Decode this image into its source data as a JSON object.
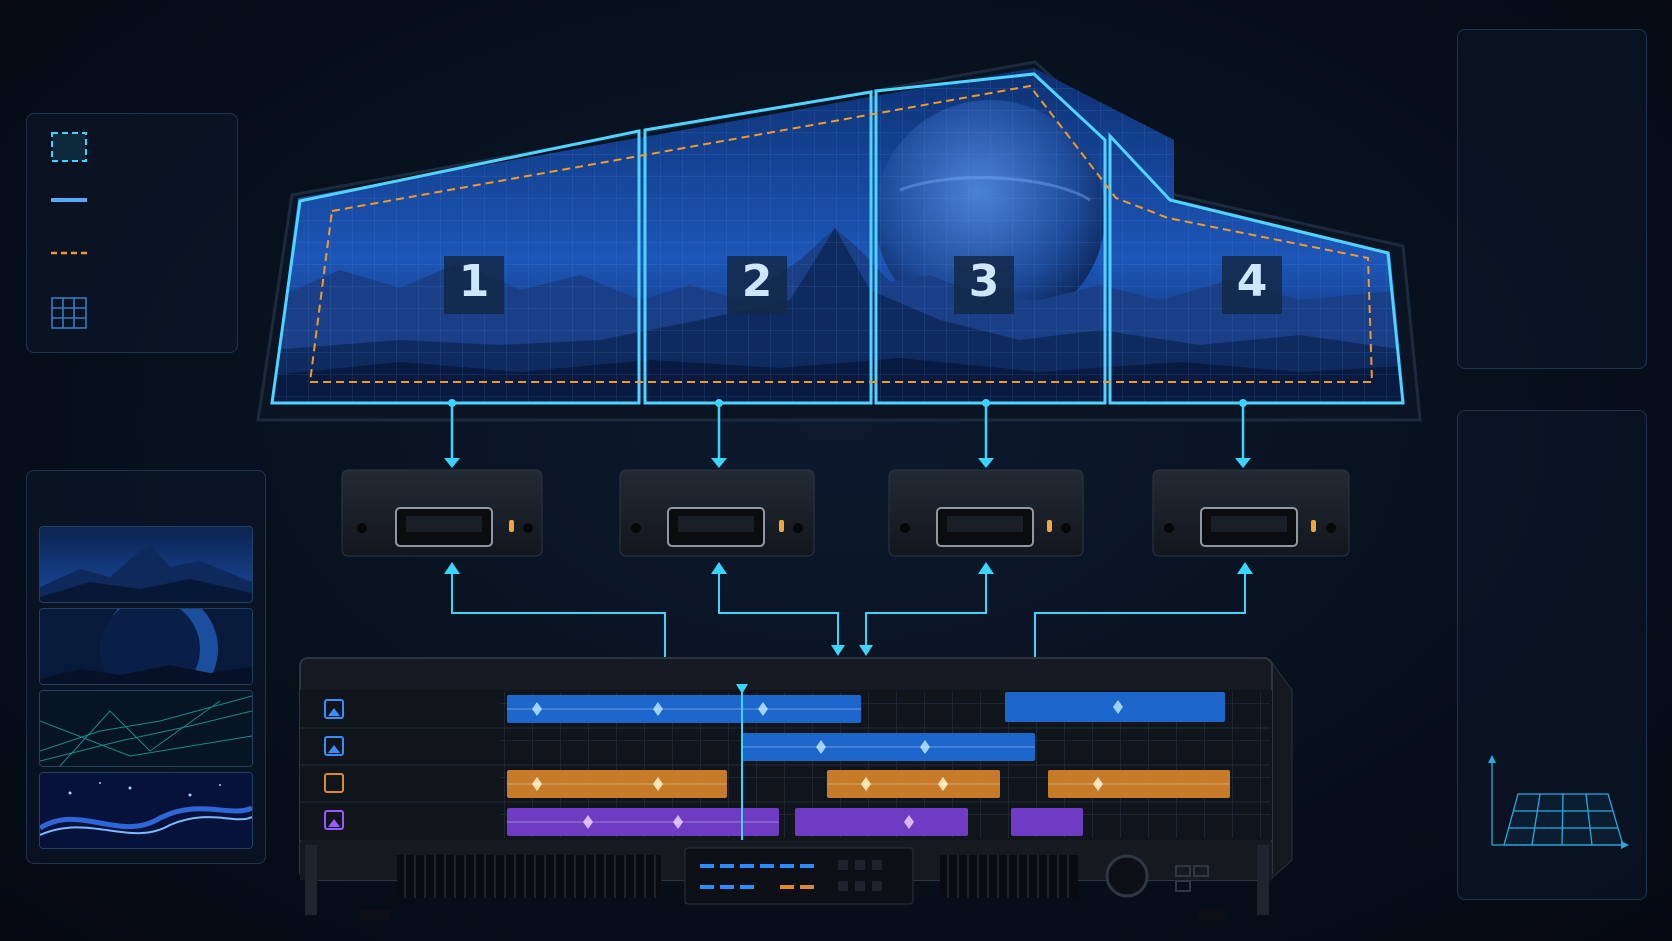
{
  "wall": {
    "screens": [
      {
        "id": "screen-1",
        "label": "1"
      },
      {
        "id": "screen-2",
        "label": "2"
      },
      {
        "id": "screen-3",
        "label": "3"
      },
      {
        "id": "screen-4",
        "label": "4"
      }
    ]
  },
  "legend": {
    "items": [
      {
        "name": "selection-box-icon"
      },
      {
        "name": "solid-line-icon"
      },
      {
        "name": "dashed-line-icon"
      },
      {
        "name": "grid-icon"
      }
    ]
  },
  "media_library": {
    "thumbnails": [
      {
        "name": "mountain-thumbnail"
      },
      {
        "name": "planet-thumbnail"
      },
      {
        "name": "network-lines-thumbnail"
      },
      {
        "name": "particle-wave-thumbnail"
      }
    ]
  },
  "timeline": {
    "tracks": [
      {
        "icon": "image-icon",
        "color": "#1f6fe0"
      },
      {
        "icon": "image-icon",
        "color": "#1f6fe0"
      },
      {
        "icon": "square-icon",
        "color": "#e0892a"
      },
      {
        "icon": "image-icon",
        "color": "#7a3fd6"
      }
    ]
  },
  "colors": {
    "accent": "#3ad4ff",
    "blue_clip": "#1f6fe0",
    "orange_clip": "#e0892a",
    "purple_clip": "#7a3fd6",
    "mask_dash": "#f09a2a"
  }
}
